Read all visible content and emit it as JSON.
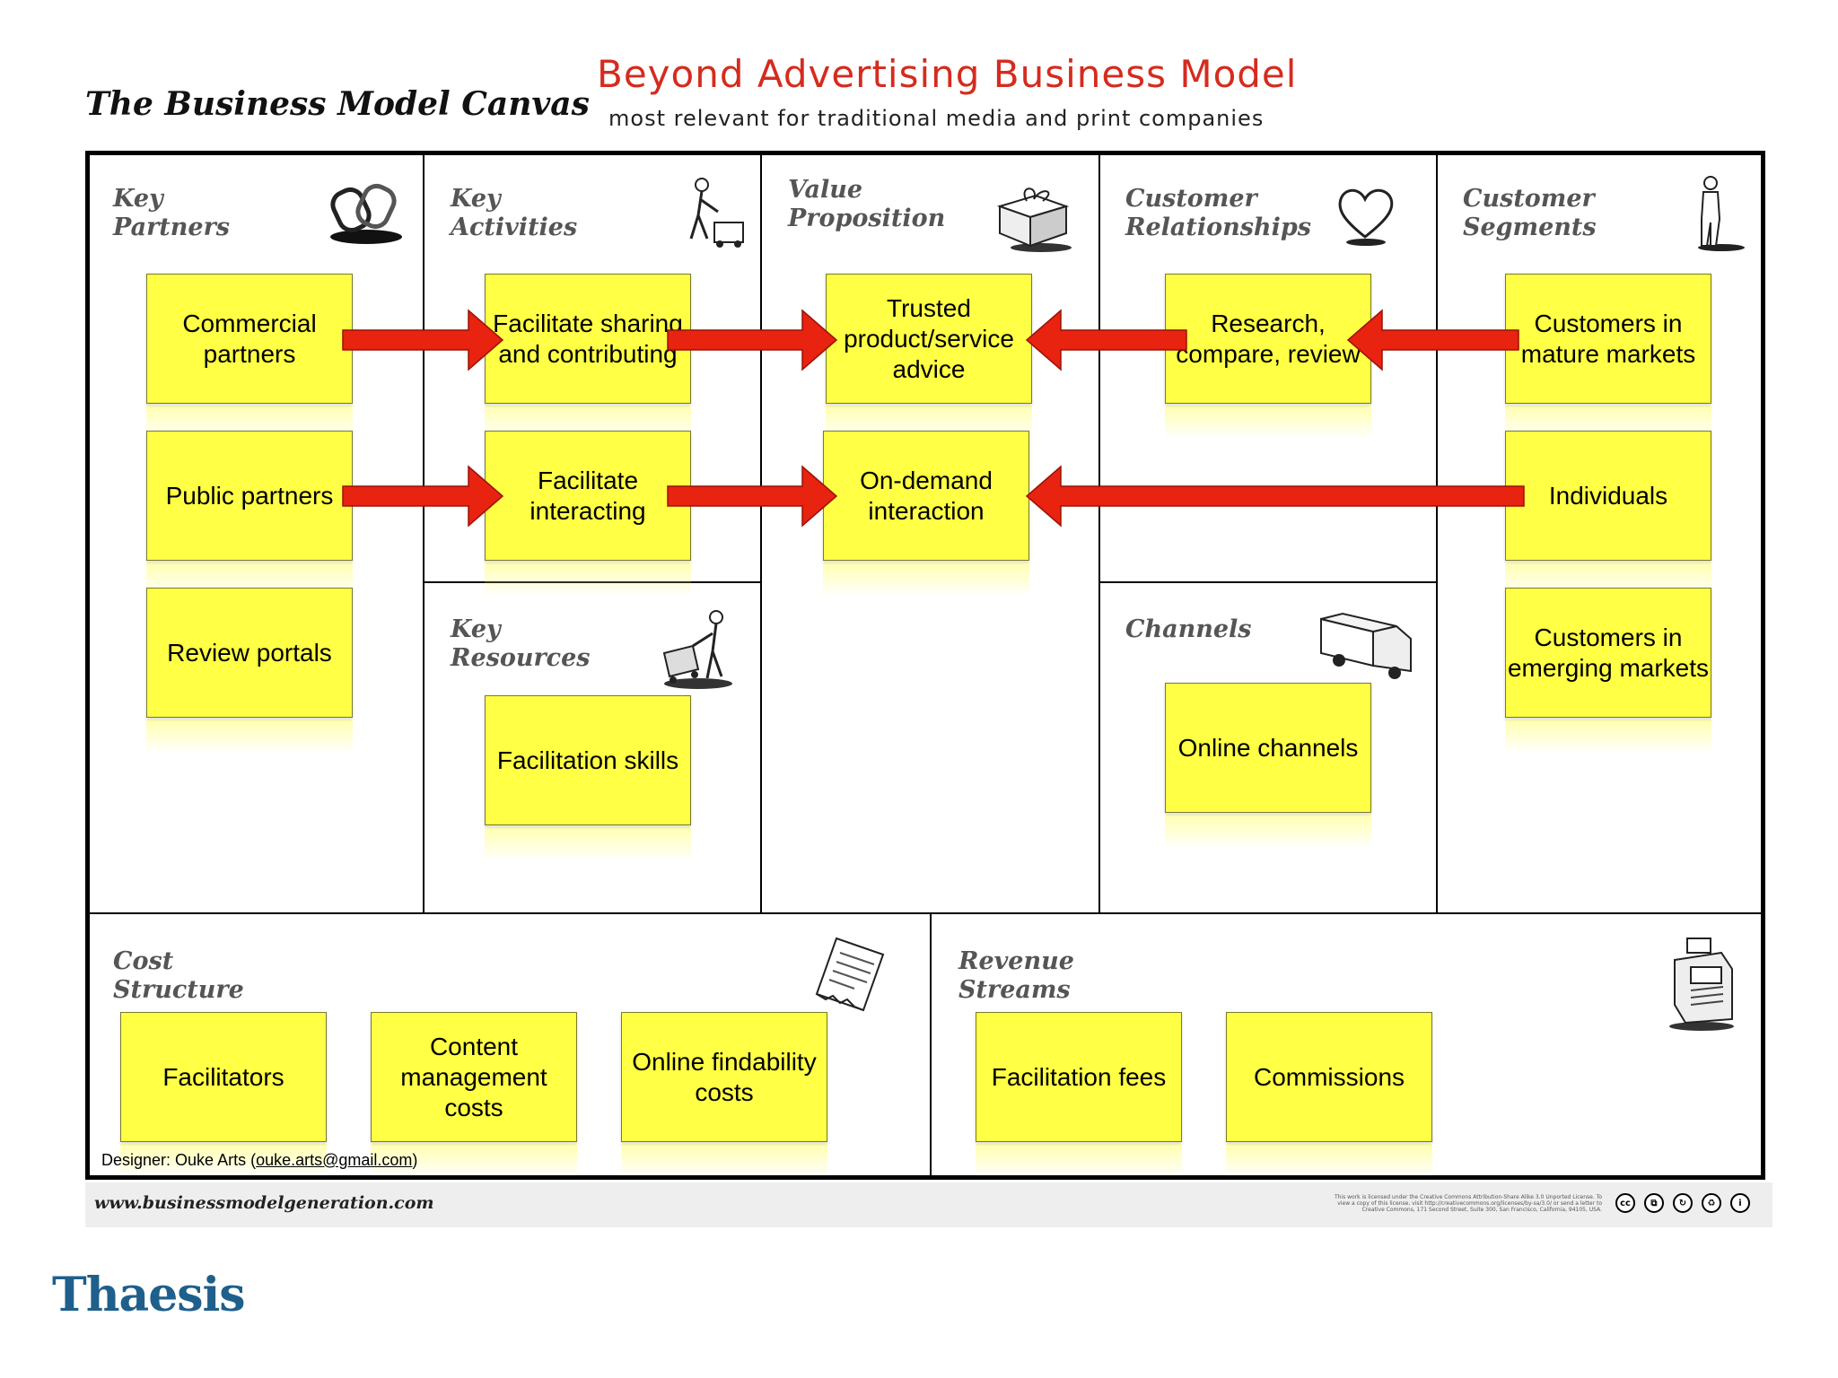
{
  "header": {
    "canvas_title": "The Business Model Canvas",
    "main_title": "Beyond Advertising Business Model",
    "subtitle": "most relevant for traditional media and print companies"
  },
  "blocks": {
    "key_partners": {
      "line1": "Key",
      "line2": "Partners",
      "icon": "chain-links-icon"
    },
    "key_activities": {
      "line1": "Key",
      "line2": "Activities",
      "icon": "worker-with-mower-icon"
    },
    "value_proposition": {
      "line1": "Value",
      "line2": "Proposition",
      "icon": "gift-box-icon"
    },
    "customer_relationships": {
      "line1": "Customer",
      "line2": "Relationships",
      "icon": "heart-icon"
    },
    "customer_segments": {
      "line1": "Customer",
      "line2": "Segments",
      "icon": "standing-person-icon"
    },
    "key_resources": {
      "line1": "Key",
      "line2": "Resources",
      "icon": "worker-with-cart-icon"
    },
    "channels": {
      "line1": "Channels",
      "icon": "delivery-truck-icon"
    },
    "cost_structure": {
      "line1": "Cost",
      "line2": "Structure",
      "icon": "invoice-paper-icon"
    },
    "revenue_streams": {
      "line1": "Revenue",
      "line2": "Streams",
      "icon": "cash-register-icon"
    }
  },
  "notes": {
    "kp1": "Commercial partners",
    "kp2": "Public partners",
    "kp3": "Review portals",
    "ka1": "Facilitate sharing and contributing",
    "ka2": "Facilitate interacting",
    "kr1": "Facilitation skills",
    "vp1": "Trusted product/service advice",
    "vp2": "On-demand interaction",
    "cr1": "Research, compare, review",
    "ch1": "Online channels",
    "cs1": "Customers in mature markets",
    "cs2": "Individuals",
    "cs3": "Customers in emerging markets",
    "cost1": "Facilitators",
    "cost2": "Content management costs",
    "cost3": "Online findability costs",
    "rev1": "Facilitation fees",
    "rev2": "Commissions"
  },
  "colors": {
    "note_fill": "#ffff45",
    "arrow_fill": "#e8230f",
    "title_red": "#d52b1e",
    "label_gray": "#555555"
  },
  "footer": {
    "designer_prefix": "Designer: Ouke Arts (",
    "designer_email": "ouke.arts@gmail.com",
    "designer_suffix": ")",
    "url": "www.businessmodelgeneration.com",
    "license": "This work is licensed under the Creative Commons Attribution-Share Alike 3.0 Unported License. To view a copy of this license, visit http://creativecommons.org/licenses/by-sa/3.0/ or send a letter to Creative Commons, 171 Second Street, Suite 300, San Francisco, California, 94105, USA.",
    "cc_icons": [
      "cc-icon",
      "copy-icon",
      "share-icon",
      "remix-icon",
      "attribution-icon"
    ]
  },
  "logo": {
    "text": "Thaesis"
  }
}
